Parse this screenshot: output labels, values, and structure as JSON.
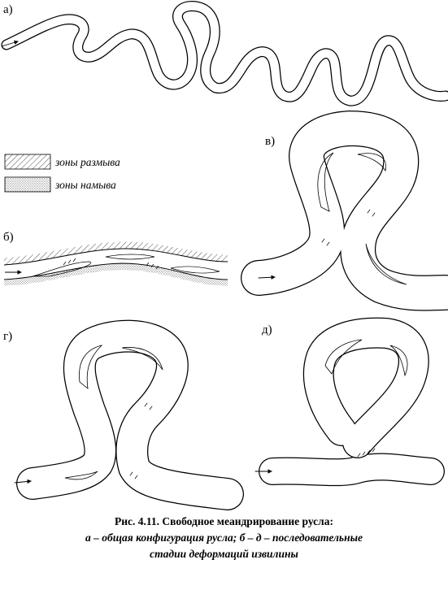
{
  "panels": {
    "a": {
      "label": "а)"
    },
    "b": {
      "label": "б)"
    },
    "v": {
      "label": "в)"
    },
    "g": {
      "label": "г)"
    },
    "d": {
      "label": "д)"
    }
  },
  "legend": {
    "erosion": "зоны размыва",
    "deposition": "зоны намыва"
  },
  "caption": {
    "title": "Рис. 4.11. Свободное меандрирование русла:",
    "line1": "а – общая конфигурация русла; б – д – последовательные",
    "line2": "стадии деформаций извилины"
  },
  "colors": {
    "ink": "#000000",
    "paper": "#ffffff"
  }
}
